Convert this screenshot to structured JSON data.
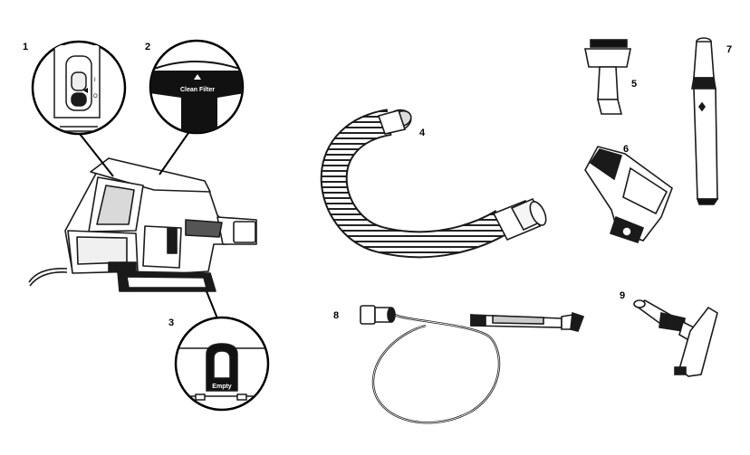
{
  "callouts": {
    "c1": "1",
    "c2": "2",
    "c3": "3",
    "c4": "4",
    "c5": "5",
    "c6": "6",
    "c7": "7",
    "c8": "8",
    "c9": "9"
  },
  "insets": {
    "power_on": "I",
    "power_off": "O",
    "filter_label": "Clean Filter",
    "empty_label": "Empty"
  },
  "colors": {
    "line": "#1a1a1a",
    "fill_dark": "#111111",
    "fill_gray": "#9a9a9a",
    "background": "#ffffff"
  }
}
